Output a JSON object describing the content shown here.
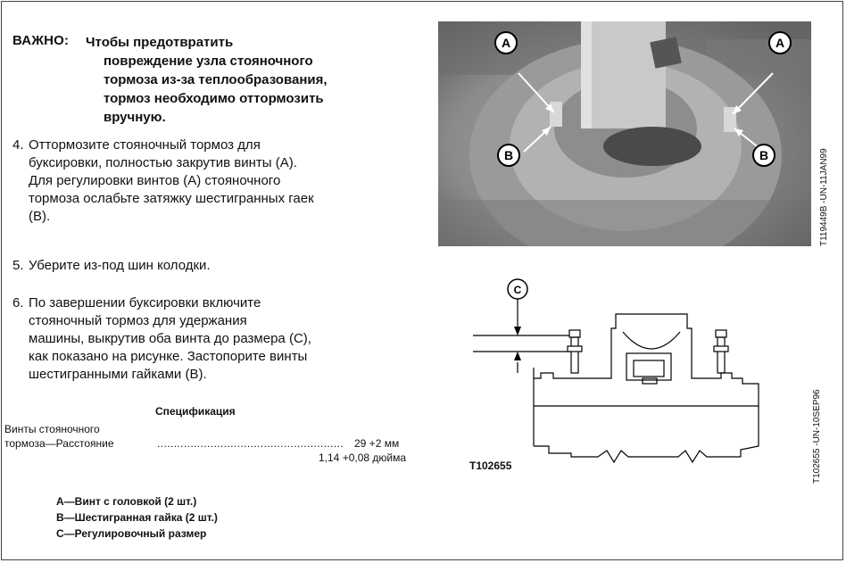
{
  "important": {
    "label": "ВАЖНО:",
    "lines": [
      "Чтобы предотвратить",
      "повреждение узла стояночного",
      "тормоза из-за теплообразования,",
      "тормоз необходимо оттормозить",
      "вручную."
    ]
  },
  "steps": [
    {
      "number": "4.",
      "lines": [
        "Оттормозите стояночный тормоз для",
        "буксировки, полностью закрутив винты (A).",
        "Для регулировки винтов (A) стояночного",
        "тормоза ослабьте затяжку шестигранных гаек",
        "(B)."
      ]
    },
    {
      "number": "5.",
      "lines": [
        "Уберите из-под шин колодки."
      ]
    },
    {
      "number": "6.",
      "lines": [
        "По завершении буксировки включите",
        "стояночный тормоз для удержания",
        "машины, выкрутив оба винта до размера (C),",
        "как показано на рисунке. Застопорите винты",
        "шестигранными гайками (B)."
      ]
    }
  ],
  "spec": {
    "title": "Спецификация",
    "item_line1": "Винты стояночного",
    "item_line2": "тормоза—Расстояние",
    "leader": "........................................................",
    "value_mm": "29 +2 мм",
    "value_in": "1,14 +0,08 дюйма"
  },
  "legend": [
    "A—Винт с головкой (2 шт.)",
    "B—Шестигранная гайка (2 шт.)",
    "C—Регулировочный размер"
  ],
  "photo": {
    "callout_a": "A",
    "callout_b": "B",
    "code": "T119449B -UN-11JAN99"
  },
  "diagram": {
    "callout_c": "C",
    "caption": "T102655",
    "code": "T102655 -UN-10SEP96"
  },
  "colors": {
    "photo_bg": "#8c8c8c",
    "border": "#444444"
  }
}
